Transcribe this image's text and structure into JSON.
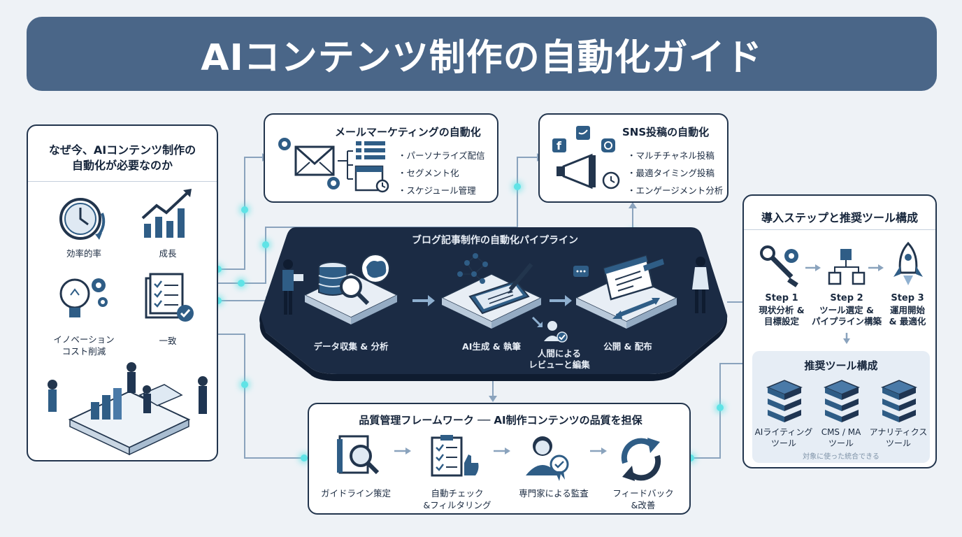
{
  "title": "AIコンテンツ制作の自動化ガイド",
  "why": {
    "heading_line1": "なぜ今、AIコンテンツ制作の",
    "heading_line2": "自動化が必要なのか",
    "items": [
      {
        "label": "効率的率",
        "icon": "clock-icon"
      },
      {
        "label": "成長",
        "icon": "growth-chart-icon"
      },
      {
        "label_line1": "イノベーション",
        "label_line2": "コスト削減",
        "icon": "lightbulb-gear-icon"
      },
      {
        "label": "一致",
        "icon": "checklist-icon"
      }
    ]
  },
  "email": {
    "heading": "メールマーケティングの自動化",
    "items": [
      "パーソナライズ配信",
      "セグメント化",
      "スケジュール管理"
    ]
  },
  "sns": {
    "heading": "SNS投稿の自動化",
    "items": [
      "マルチチャネル投稿",
      "最適タイミング投稿",
      "エンゲージメント分析"
    ]
  },
  "pipeline": {
    "heading": "ブログ記事制作の自動化パイプライン",
    "stages": [
      {
        "label": "データ収集 & 分析"
      },
      {
        "label": "AI生成 & 執筆"
      },
      {
        "label": "公開 & 配布"
      }
    ],
    "review_line1": "人間による",
    "review_line2": "レビューと編集"
  },
  "quality": {
    "heading": "品質管理フレームワーク ── AI制作コンテンツの品質を担保",
    "steps": [
      {
        "line1": "ガイドライン策定",
        "line2": ""
      },
      {
        "line1": "自動チェック",
        "line2": "&フィルタリング"
      },
      {
        "line1": "専門家による監査",
        "line2": ""
      },
      {
        "line1": "フィードバック",
        "line2": "&改善"
      }
    ]
  },
  "steps_panel": {
    "heading": "導入ステップと推奨ツール構成",
    "steps": [
      {
        "title": "Step 1",
        "line1": "現状分析 &",
        "line2": "目標設定"
      },
      {
        "title": "Step 2",
        "line1": "ツール選定 &",
        "line2": "パイプライン構築"
      },
      {
        "title": "Step 3",
        "line1": "運用開始",
        "line2": "& 最適化"
      }
    ],
    "tools_heading": "推奨ツール構成",
    "tools": [
      {
        "line1": "AIライティング",
        "line2": "ツール"
      },
      {
        "line1": "CMS / MA",
        "line2": "ツール"
      },
      {
        "line1": "アナリティクス",
        "line2": "ツール"
      }
    ],
    "footnote": "対象に使った統合できる"
  },
  "colors": {
    "navy": "#22354d",
    "title_bg": "#4a6688",
    "accent_cyan": "#5fe3e6",
    "icon_blue": "#2f5d86"
  }
}
